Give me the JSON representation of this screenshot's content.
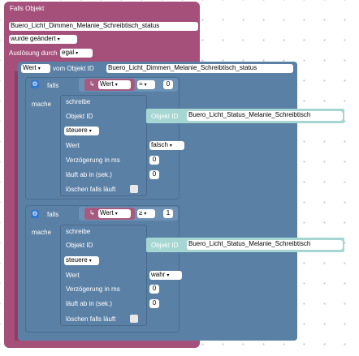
{
  "event": {
    "title": "Falls Objekt",
    "object_id": "Buero_Licht_Dimmen_Melanie_Schreibtisch_status",
    "change_type": "wurde geändert",
    "trigger_label": "Auslösung durch",
    "trigger_value": "egal"
  },
  "wert_block": {
    "wert_label": "Wert",
    "from_label": "vom Objekt ID",
    "object_id": "Buero_Licht_Dimmen_Melanie_Schreibtisch_status"
  },
  "if1": {
    "falls": "falls",
    "mache": "mache",
    "wert": "Wert",
    "op": "=",
    "value": "0",
    "write": {
      "title": "schreibe",
      "objekt_id_label": "Objekt ID",
      "objekt_id_block": "Objekt ID",
      "target": "Buero_Licht_Status_Melanie_Schreibtisch",
      "mode": "steuere",
      "wert_label": "Wert",
      "wert_value": "falsch",
      "delay_label": "Verzögerung in ms",
      "delay_value": "0",
      "expire_label": "läuft ab in (sek.)",
      "expire_value": "0",
      "clear_label": "löschen falls läuft"
    }
  },
  "if2": {
    "falls": "falls",
    "mache": "mache",
    "wert": "Wert",
    "op": "≥",
    "value": "1",
    "write": {
      "title": "schreibe",
      "objekt_id_label": "Objekt ID",
      "objekt_id_block": "Objekt ID",
      "target": "Buero_Licht_Status_Melanie_Schreibtisch",
      "mode": "steuere",
      "wert_label": "Wert",
      "wert_value": "wahr",
      "delay_label": "Verzögerung in ms",
      "delay_value": "0",
      "expire_label": "läuft ab in (sek.)",
      "expire_value": "0",
      "clear_label": "löschen falls läuft"
    }
  }
}
